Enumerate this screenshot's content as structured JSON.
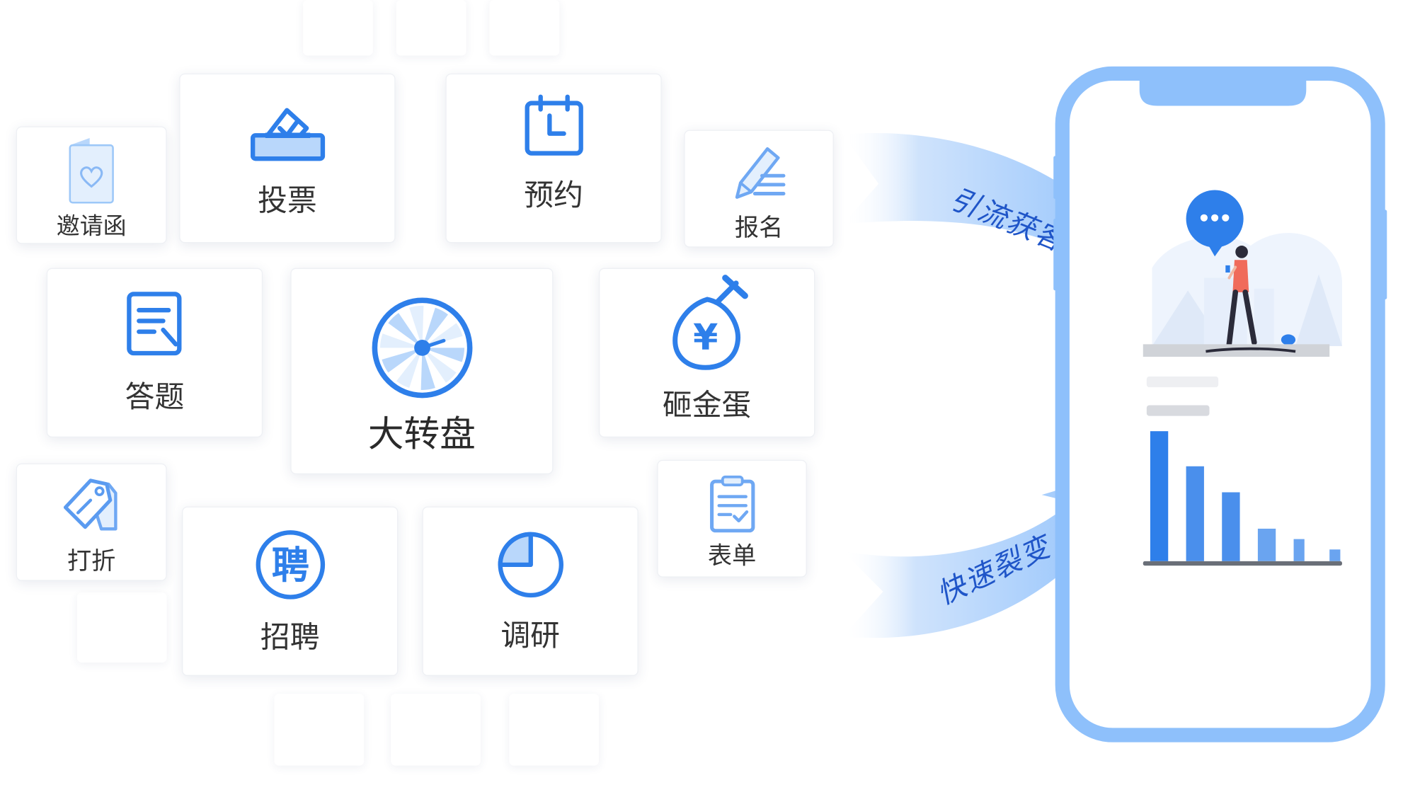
{
  "colors": {
    "accent": "#2e7fea",
    "accent_light": "#9dc8f8",
    "phone_frame": "#8ec0fb",
    "flow_text": "#1f55c8",
    "person_shirt": "#f06b5b",
    "card_border": "#eef0f4",
    "label": "#333333"
  },
  "icons": {
    "invitation": "envelope-heart-icon",
    "vote": "ballot-box-icon",
    "appointment": "calendar-icon",
    "signup": "pencil-form-icon",
    "quiz": "document-pen-icon",
    "wheel": "prize-wheel-icon",
    "egg": "money-bag-hammer-icon",
    "discount": "price-tag-icon",
    "form": "clipboard-check-icon",
    "recruit": "recruit-badge-icon",
    "survey": "pie-chart-icon",
    "chat": "chat-bubble-icon"
  },
  "tools": {
    "invitation": "邀请函",
    "vote": "投票",
    "appointment": "预约",
    "signup": "报名",
    "quiz": "答题",
    "wheel": "大转盘",
    "egg": "砸金蛋",
    "discount": "打折",
    "form": "表单",
    "recruit": "招聘",
    "recruit_glyph": "聘",
    "survey": "调研",
    "egg_glyph": "¥"
  },
  "flows": {
    "top": "引流获客",
    "bottom": "快速裂变"
  },
  "phone_chart": {
    "values": [
      1.0,
      0.73,
      0.53,
      0.25,
      0.17,
      0.09
    ]
  }
}
